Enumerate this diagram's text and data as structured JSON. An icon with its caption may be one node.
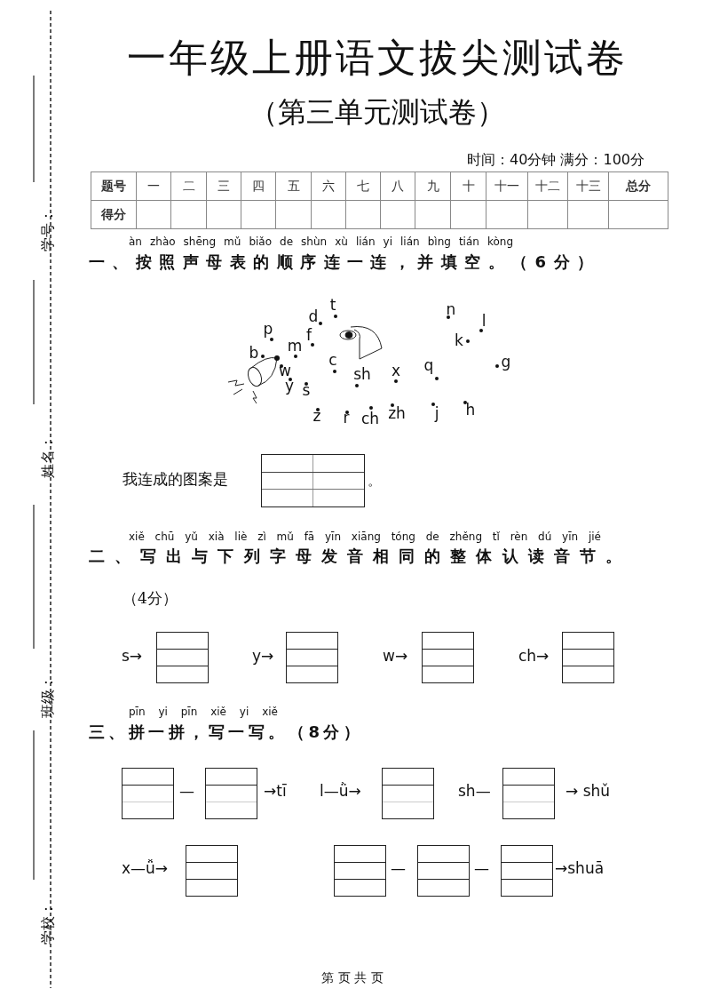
{
  "diagram": {
    "title": "一年级上册语文拔尖测试卷",
    "labels": [
      "（第三单元测试卷）",
      "时间：40分钟  满分：100分",
      "题号",
      "一",
      "二",
      "三",
      "四",
      "五",
      "六",
      "七",
      "八",
      "九",
      "十",
      "十一",
      "十二",
      "十三",
      "总分",
      "得分",
      "àn zhào shēng mǔ biǎo de shùn xù lián yi lián bìng tián kòng",
      "一、按照声母表的顺序连一连，并填空。（6分）",
      "t",
      "d",
      "p",
      "f",
      "m",
      "b",
      "w",
      "y",
      "s",
      "c",
      "sh",
      "x",
      "q",
      "n",
      "l",
      "k",
      "g",
      "z",
      "r",
      "ch",
      "zh",
      "j",
      "h",
      "我连成的图案是",
      "。",
      "xiě chū yǔ xià liè zì mǔ fā yīn xiāng tóng de zhěng tǐ rèn dú yīn jié",
      "二、写出与下列字母发音相同的整体认读音节。",
      "（4分）",
      "s→",
      "y→",
      "w→",
      "ch→",
      "pīn yi pīn xiě yi xiě",
      "三、拼一拼，写一写。（8分）",
      "—",
      "→tī",
      "l—ǜ→",
      "sh—",
      "→ shǔ",
      "x—ǚ→",
      "—",
      "—",
      "→shuā",
      "学号：",
      "姓名：",
      "班级：",
      "学校：",
      "第 页 共 页"
    ]
  }
}
